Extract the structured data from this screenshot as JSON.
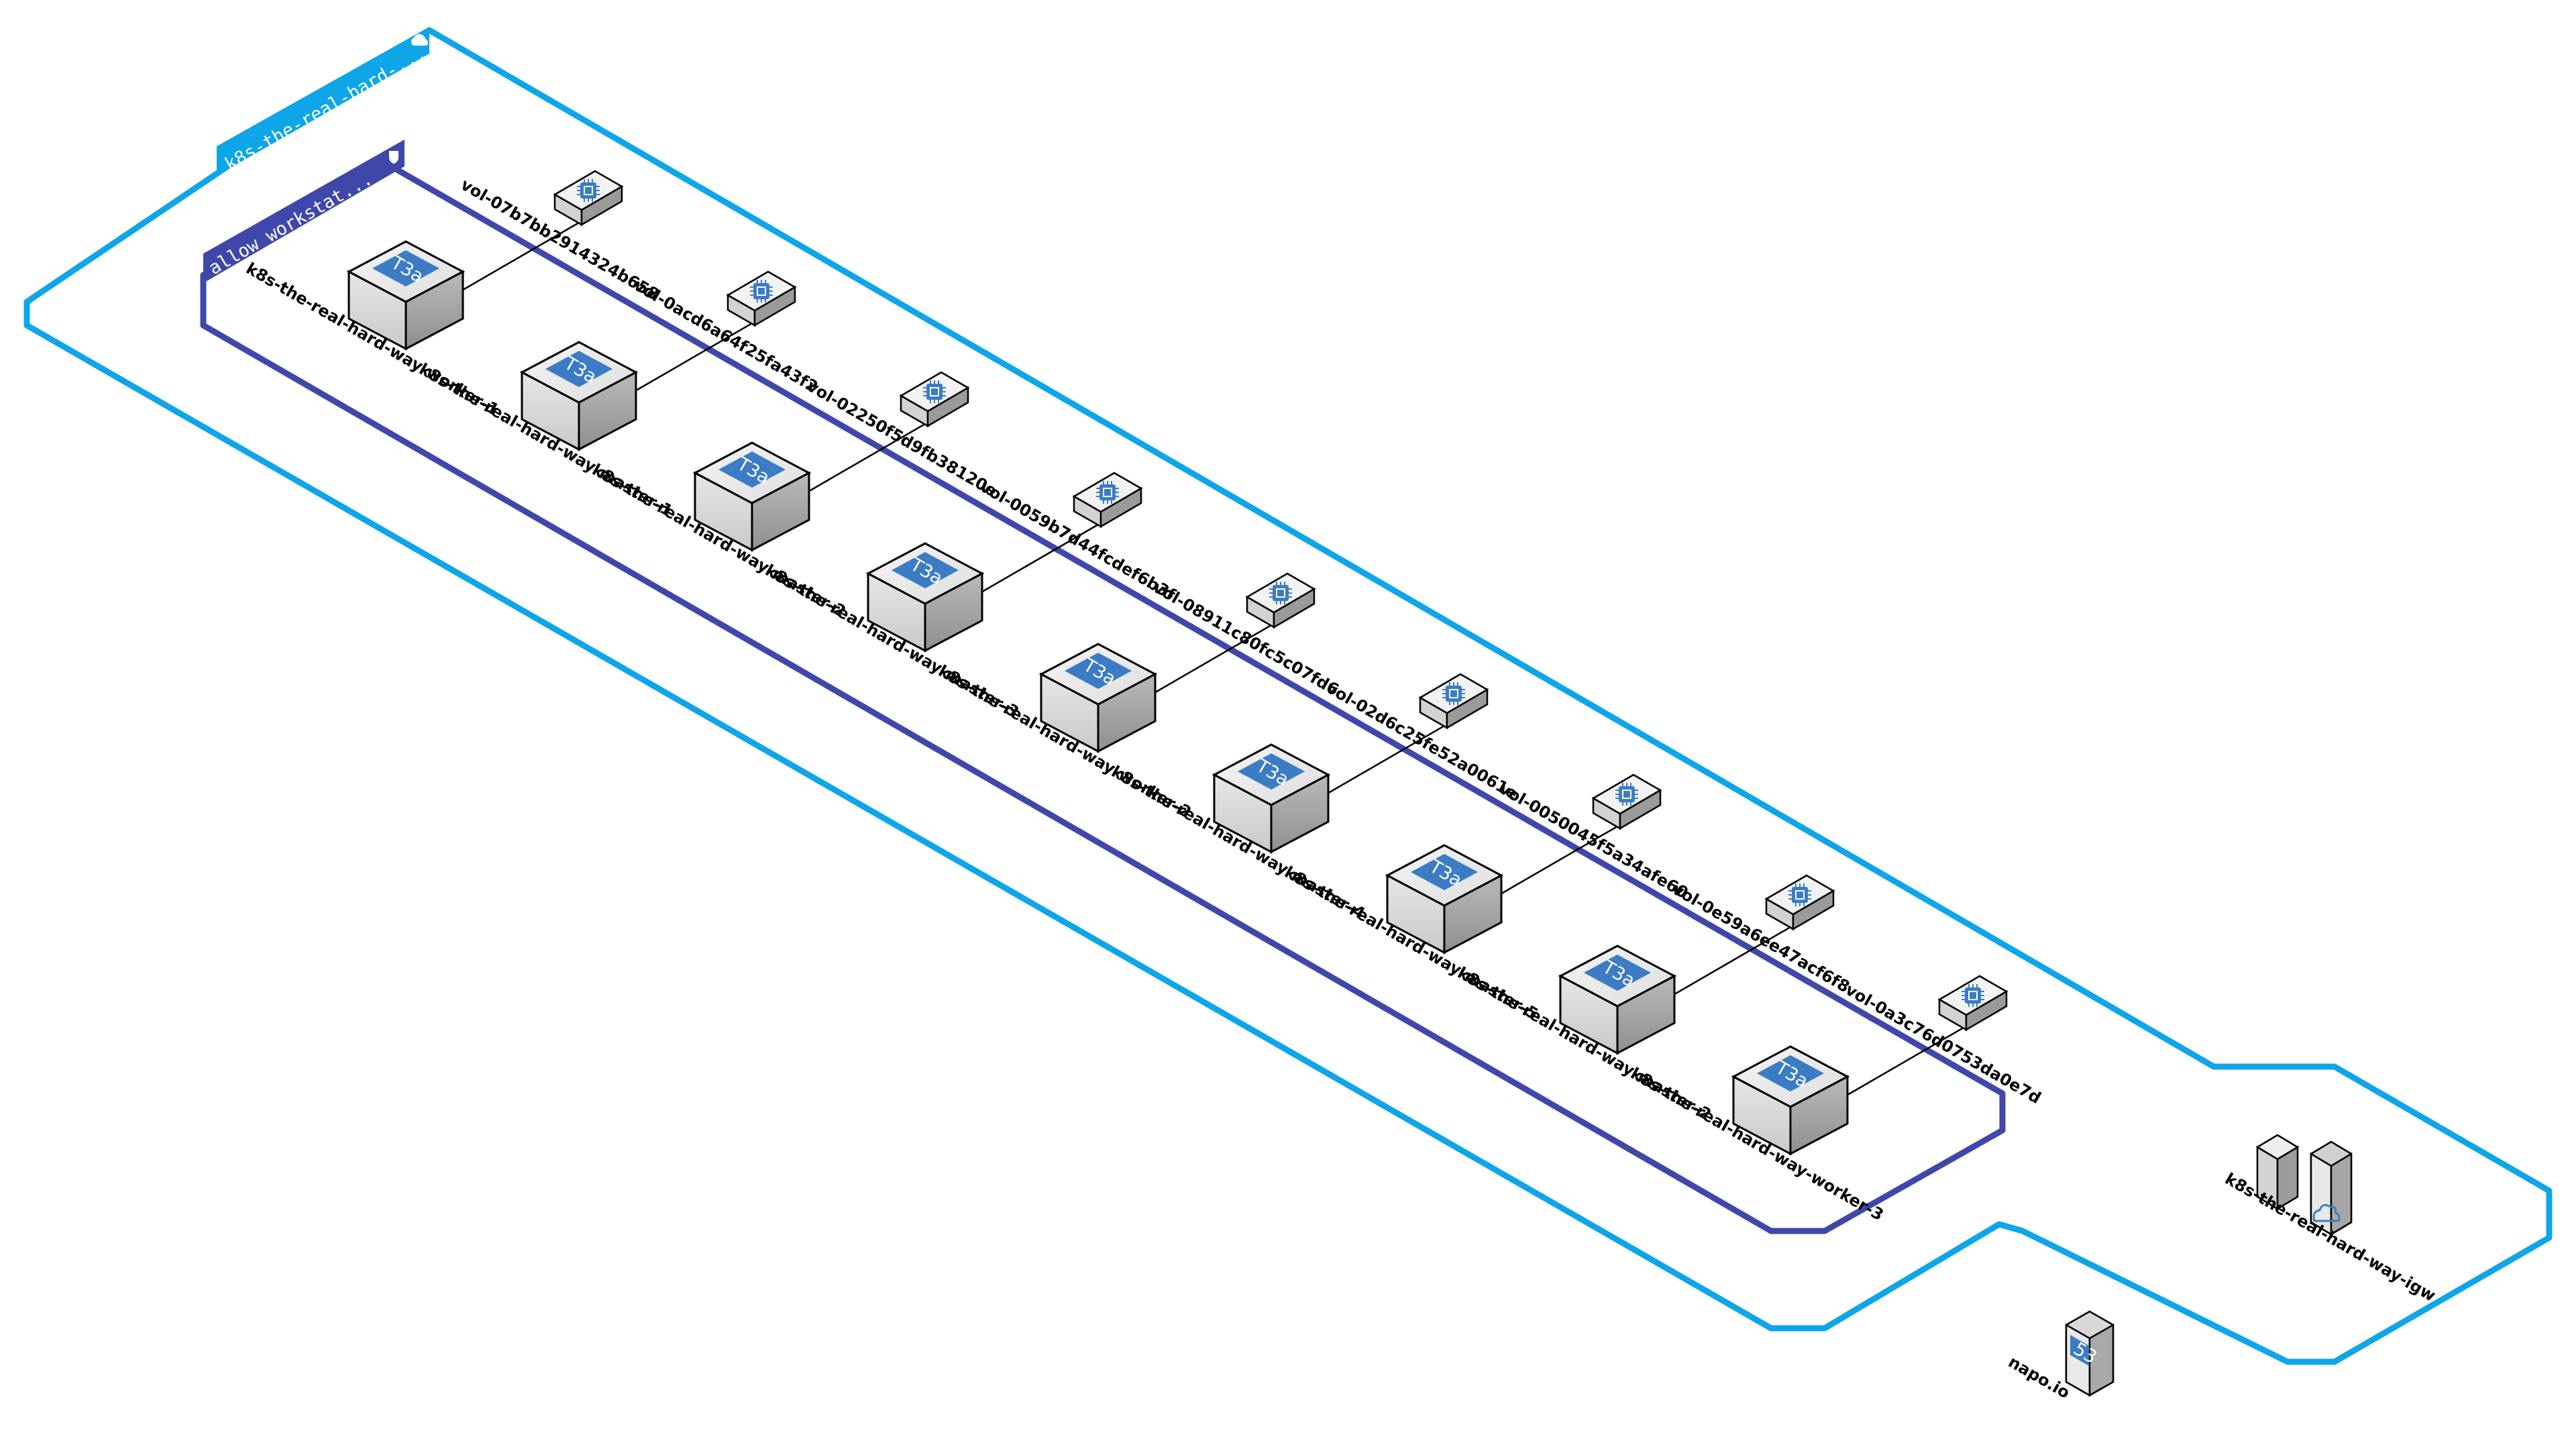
{
  "vpc": {
    "label": "k8s-the-real-hard-...",
    "icon": "cloud-icon",
    "color": "#0EA5E9"
  },
  "security_group": {
    "label": "allow_workstat...",
    "icon": "shield-icon",
    "color": "#3F48AA"
  },
  "instances": [
    {
      "name": "k8s-the-real-hard-way-worker-1",
      "type": "T3a",
      "volume": "vol-07b7bb2914324b658"
    },
    {
      "name": "k8s-the-real-hard-way-master-1",
      "type": "T3a",
      "volume": "vol-0acd6a64f25fa43f2"
    },
    {
      "name": "k8s-the-real-hard-way-master-2",
      "type": "T3a",
      "volume": "vol-02250f5d9fb38120e"
    },
    {
      "name": "k8s-the-real-hard-way-master-3",
      "type": "T3a",
      "volume": "vol-0059b7d44fcdef6b3f"
    },
    {
      "name": "k8s-the-real-hard-way-worker-2",
      "type": "T3a",
      "volume": "vol-08911c80fc5c07fd6"
    },
    {
      "name": "k8s-the-real-hard-way-master-4",
      "type": "T3a",
      "volume": "vol-02d6c25fe52a0061e"
    },
    {
      "name": "k8s-the-real-hard-way-master-5",
      "type": "T3a",
      "volume": "vol-0050045f5a34afe60"
    },
    {
      "name": "k8s-the-real-hard-way-master-2",
      "type": "T3a",
      "volume": "vol-0e59a6ee47acf6f8"
    },
    {
      "name": "k8s-the-real-hard-way-worker-3",
      "type": "T3a",
      "volume": "vol-0a3c76d0753da0e7d"
    }
  ],
  "internet_gateway": {
    "name": "k8s-the-real-hard-way-igw",
    "icon": "internet-gateway-icon"
  },
  "route53": {
    "name": "napo.io",
    "badge": "53",
    "icon": "route53-icon"
  },
  "icons": {
    "instance": "ec2-instance-icon",
    "volume": "ebs-volume-icon",
    "chip": "chip-icon"
  },
  "colors": {
    "instance_badge": "#3B7CC4",
    "volume_chip": "#3B7CC4",
    "line": "#000000"
  }
}
